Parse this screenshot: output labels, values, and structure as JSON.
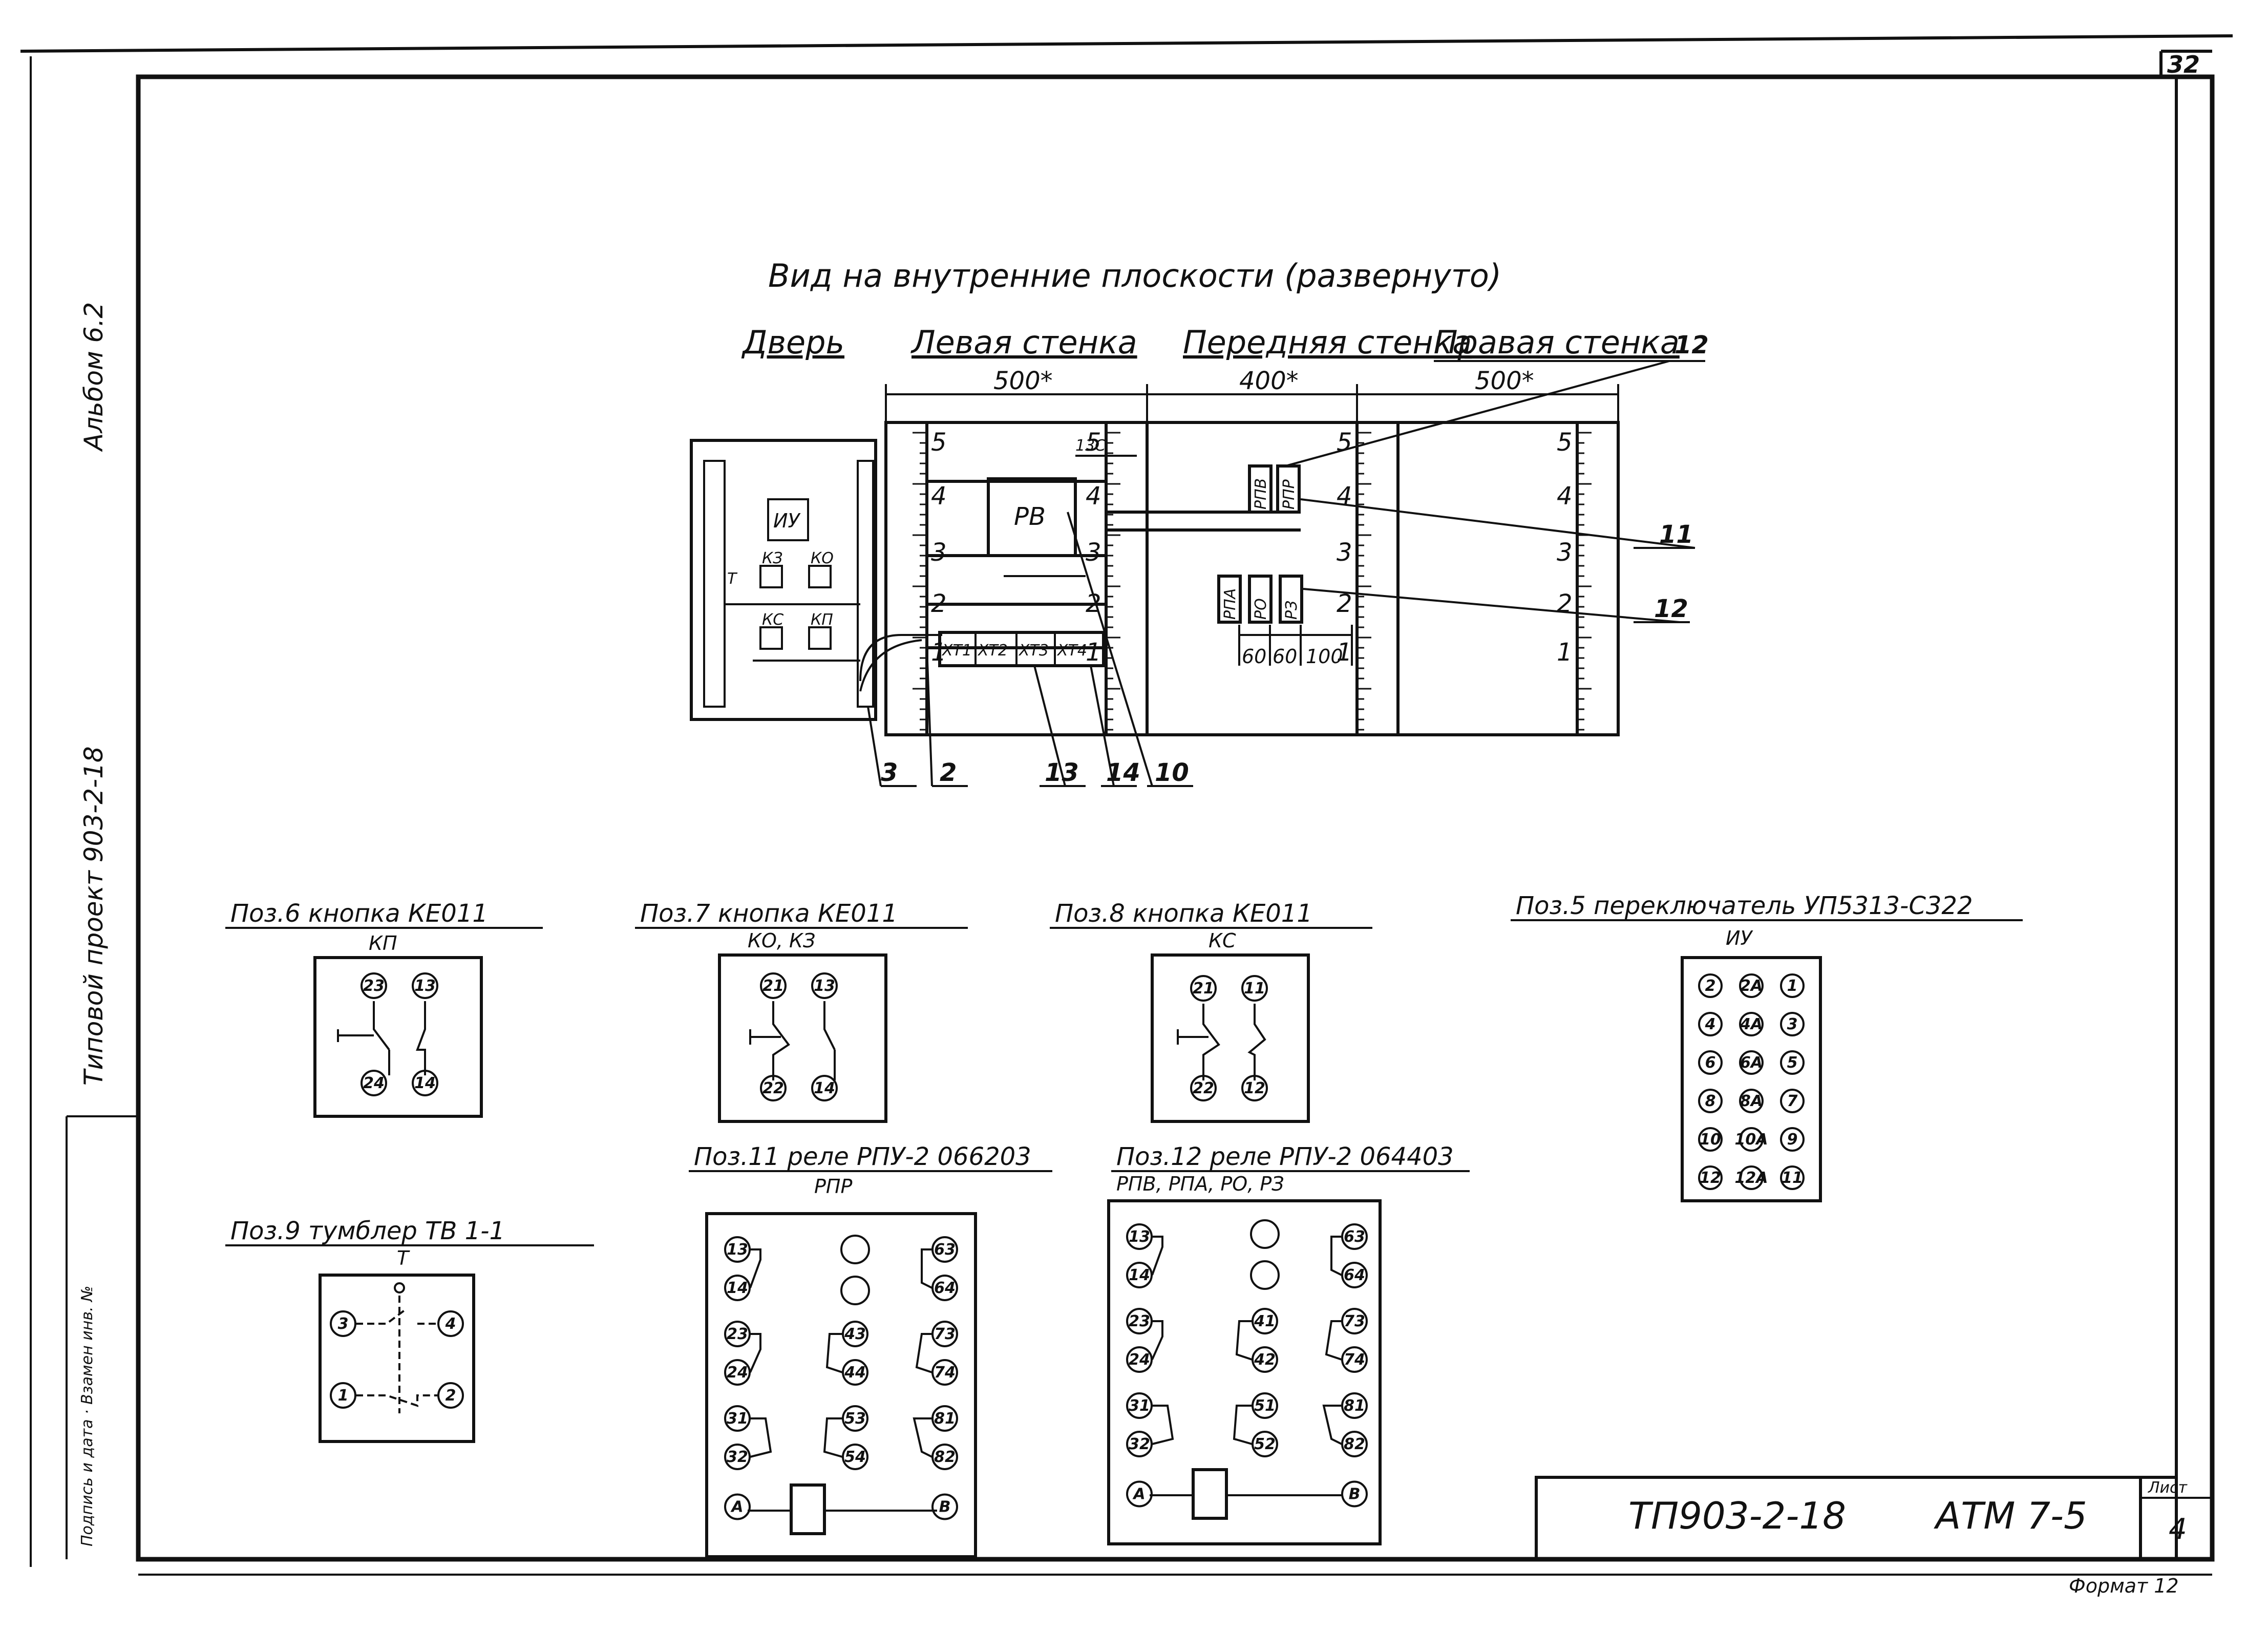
{
  "sheet": {
    "corner_number": "32",
    "side_album": "Альбом 6.2",
    "side_project": "Типовой проект 903-2-18",
    "side_small": "Подпись и дата · Взамен инв. №",
    "format": "Формат 12",
    "stamp_code": "ТП903-2-18",
    "stamp_doc": "АТМ 7-5",
    "stamp_sheet_label": "Лист",
    "stamp_sheet_no": "4"
  },
  "view": {
    "title": "Вид на внутренние плоскости (развернуто)",
    "section_door": "Дверь",
    "section_left": "Левая стенка",
    "section_front": "Передняя стенка",
    "section_right": "Правая стенка",
    "dim_left": "500*",
    "dim_front": "400*",
    "dim_right": "500*",
    "ruler_numbers": [
      "1",
      "2",
      "3",
      "4",
      "5"
    ],
    "block_iu": "ИУ",
    "block_kz": "КЗ",
    "block_ko": "КО",
    "block_ks": "КС",
    "block_kp": "КП",
    "block_t": "Т",
    "block_rv": "РВ",
    "label_13c": "13С",
    "terminals": [
      "ХТ1",
      "ХТ2",
      "ХТ3",
      "ХТ4"
    ],
    "relay_upper": [
      "РПВ",
      "РПР"
    ],
    "relay_lower": [
      "РПА",
      "РО",
      "РЗ"
    ],
    "spacing_dims": [
      "60",
      "60",
      "100"
    ],
    "callouts": [
      "12",
      "11",
      "12",
      "3",
      "2",
      "13",
      "14",
      "10"
    ]
  },
  "details": {
    "pos6": {
      "title": "Поз.6 кнопка КЕ011",
      "sub": "КП",
      "terms": [
        "23",
        "13",
        "24",
        "14"
      ]
    },
    "pos7": {
      "title": "Поз.7 кнопка КЕ011",
      "sub": "КО, КЗ",
      "terms": [
        "21",
        "13",
        "22",
        "14"
      ]
    },
    "pos8": {
      "title": "Поз.8 кнопка КЕ011",
      "sub": "КС",
      "terms": [
        "21",
        "11",
        "22",
        "12"
      ]
    },
    "pos5": {
      "title": "Поз.5 переключатель УП5313-С322",
      "sub": "ИУ",
      "terms": [
        "2",
        "2А",
        "1",
        "4",
        "4А",
        "3",
        "6",
        "6А",
        "5",
        "8",
        "8А",
        "7",
        "10",
        "10А",
        "9",
        "12",
        "12А",
        "11"
      ]
    },
    "pos9": {
      "title": "Поз.9 тумблер ТВ 1-1",
      "sub": "Т",
      "terms": [
        "3",
        "4",
        "1",
        "2"
      ]
    },
    "pos11": {
      "title": "Поз.11 реле РПУ-2 066203",
      "sub": "РПР",
      "terms_left": [
        "13",
        "14",
        "23",
        "24",
        "31",
        "32",
        "А"
      ],
      "terms_mid": [
        "43",
        "44",
        "53",
        "54"
      ],
      "terms_right": [
        "63",
        "64",
        "73",
        "74",
        "81",
        "82",
        "В"
      ]
    },
    "pos12": {
      "title": "Поз.12 реле РПУ-2 064403",
      "sub": "РПВ, РПА, РО, РЗ",
      "terms_left": [
        "13",
        "14",
        "23",
        "24",
        "31",
        "32",
        "А"
      ],
      "terms_mid": [
        "41",
        "42",
        "51",
        "52"
      ],
      "terms_right": [
        "63",
        "64",
        "73",
        "74",
        "81",
        "82",
        "В"
      ]
    }
  }
}
